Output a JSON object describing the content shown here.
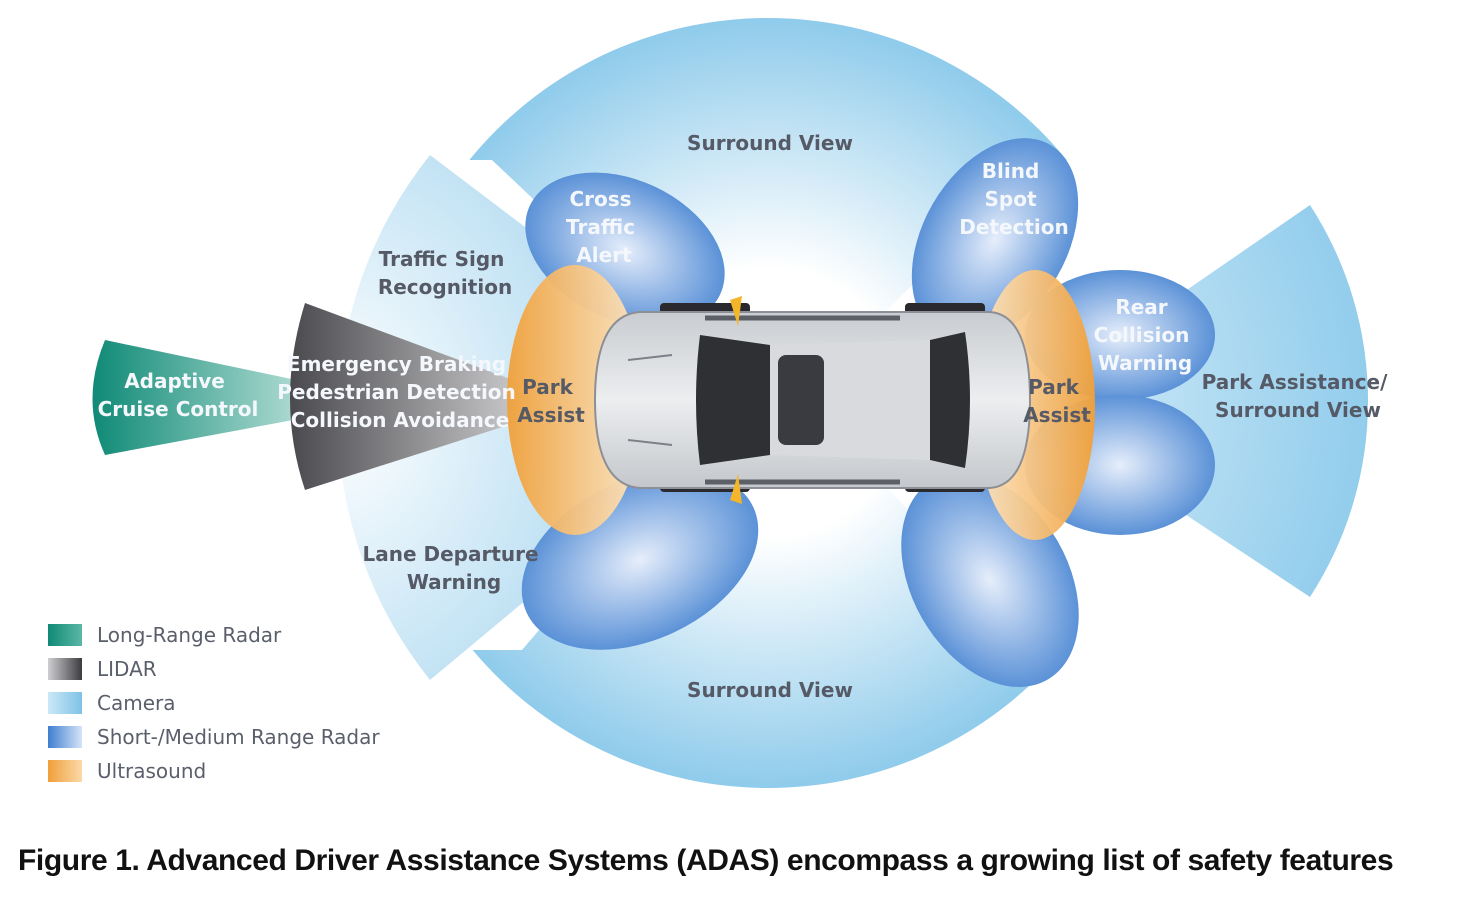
{
  "zones": {
    "surround_view_top": "Surround View",
    "surround_view_bottom": "Surround View",
    "cross_traffic_alert": [
      "Cross",
      "Traffic",
      "Alert"
    ],
    "blind_spot_detection": [
      "Blind",
      "Spot",
      "Detection"
    ],
    "traffic_sign_recognition": [
      "Traffic Sign",
      "Recognition"
    ],
    "adaptive_cruise_control": [
      "Adaptive",
      "Cruise Control"
    ],
    "lidar_functions": [
      "Emergency Braking",
      "Pedestrian Detection",
      "Collision Avoidance"
    ],
    "park_assist_front": [
      "Park",
      "Assist"
    ],
    "park_assist_rear": [
      "Park",
      "Assist"
    ],
    "rear_collision_warning": [
      "Rear",
      "Collision",
      "Warning"
    ],
    "park_assistance_surround": [
      "Park Assistance/",
      "Surround View"
    ],
    "lane_departure_warning": [
      "Lane Departure",
      "Warning"
    ]
  },
  "legend": [
    {
      "label": "Long-Range Radar",
      "color": "#0f8a76"
    },
    {
      "label": "LIDAR",
      "color": "#4a4a4e"
    },
    {
      "label": "Camera",
      "color": "#8fcbeb"
    },
    {
      "label": "Short-/Medium Range Radar",
      "color": "#3f7fd0"
    },
    {
      "label": "Ultrasound",
      "color": "#f0a03a"
    }
  ],
  "caption": "Figure 1. Advanced Driver Assistance Systems (ADAS) encompass a growing list of safety features"
}
